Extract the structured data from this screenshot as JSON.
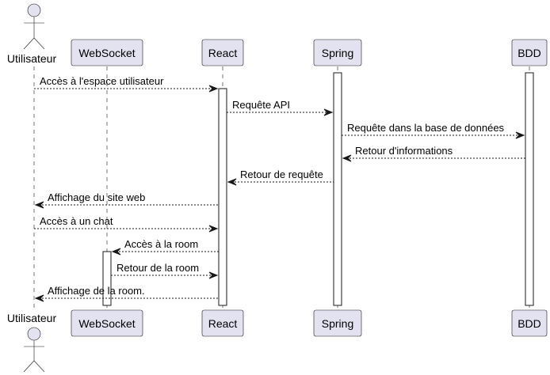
{
  "diagram": {
    "actor": {
      "id": "utilisateur",
      "label": "Utilisateur"
    },
    "participants": [
      {
        "id": "websocket",
        "label": "WebSocket"
      },
      {
        "id": "react",
        "label": "React"
      },
      {
        "id": "spring",
        "label": "Spring"
      },
      {
        "id": "bdd",
        "label": "BDD"
      }
    ],
    "messages": [
      {
        "from": "utilisateur",
        "to": "react",
        "label": "Accès à l'espace utilisateur"
      },
      {
        "from": "react",
        "to": "spring",
        "label": "Requête API"
      },
      {
        "from": "spring",
        "to": "bdd",
        "label": "Requête dans la base de données"
      },
      {
        "from": "bdd",
        "to": "spring",
        "label": "Retour d'informations"
      },
      {
        "from": "spring",
        "to": "react",
        "label": "Retour de requête"
      },
      {
        "from": "react",
        "to": "utilisateur",
        "label": "Affichage du site web"
      },
      {
        "from": "utilisateur",
        "to": "react",
        "label": "Accès à un chat"
      },
      {
        "from": "react",
        "to": "websocket",
        "label": "Accès à la room"
      },
      {
        "from": "websocket",
        "to": "react",
        "label": "Retour de la room"
      },
      {
        "from": "react",
        "to": "utilisateur",
        "label": "Affichage de la room."
      }
    ],
    "colors": {
      "participant_fill": "#E2E2F0",
      "stroke": "#181818",
      "background": "#FFFFFF"
    }
  }
}
